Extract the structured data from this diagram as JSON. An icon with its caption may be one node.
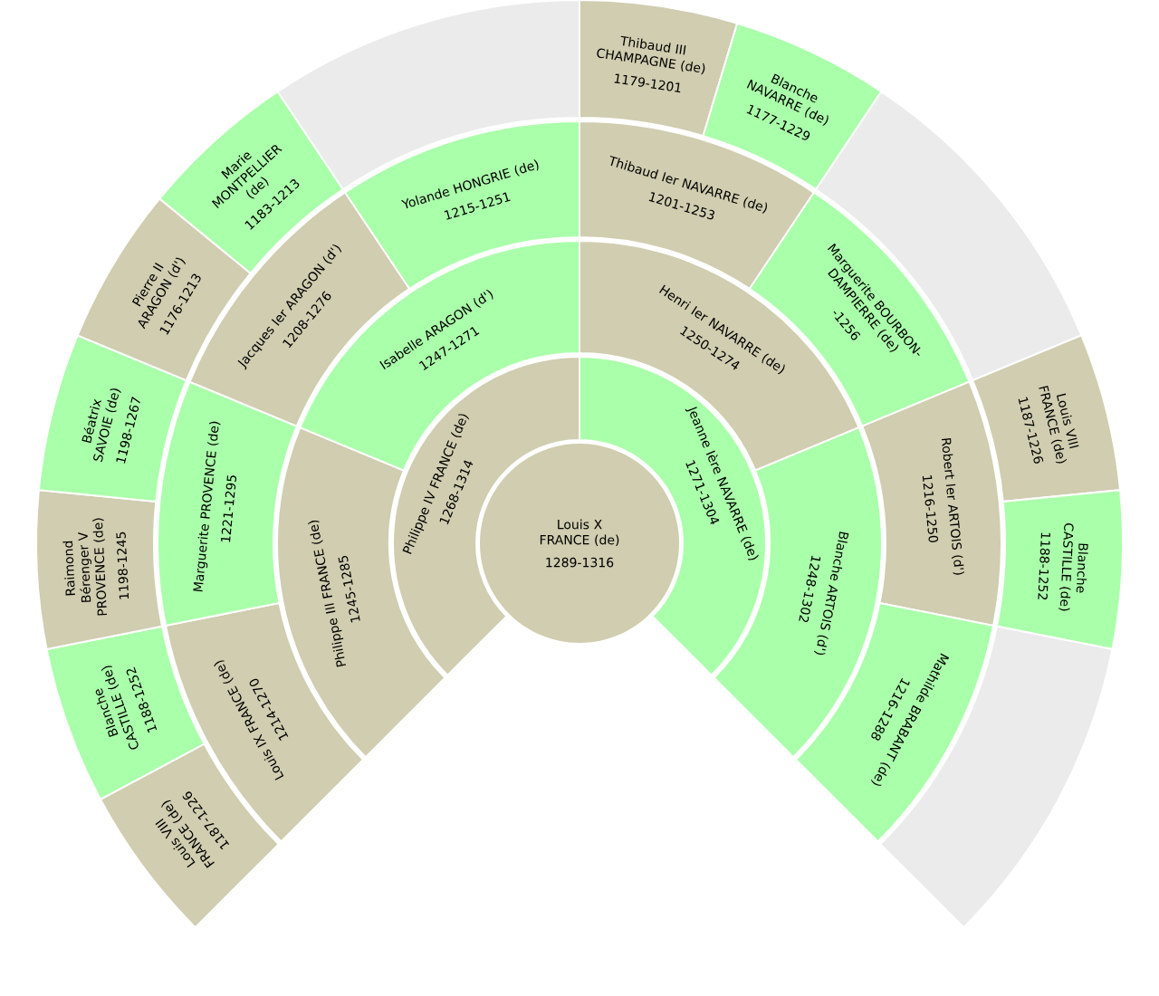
{
  "diagram": {
    "nodes": [
      {
        "text": [
          "Louis X FRANCE (de)",
          "1289-1316"
        ]
      },
      {
        "text": [
          "Philippe IV FRANCE (de)",
          "1268-1314"
        ]
      },
      {
        "text": [
          "Jeanne Ière NAVARRE (de)",
          "1271-1304"
        ]
      },
      {
        "text": [
          "Philippe III FRANCE (de)",
          "1245-1285"
        ]
      },
      {
        "text": [
          "Isabelle ARAGON (d')",
          "1247-1271"
        ]
      },
      {
        "text": [
          "Henri Ier NAVARRE (de)",
          "1250-1274"
        ]
      },
      {
        "text": [
          "Blanche ARTOIS (d')",
          "1248-1302"
        ]
      },
      {
        "text": [
          "Louis IX FRANCE (de)",
          "1214-1270"
        ]
      },
      {
        "text": [
          "Marguerite PROVENCE (de)",
          "1221-1295"
        ]
      },
      {
        "text": [
          "Jacques Ier ARAGON (d')",
          "1208-1276"
        ]
      },
      {
        "text": [
          "Yolande HONGRIE (de)",
          "1215-1251"
        ]
      },
      {
        "text": [
          "Thibaud Ier NAVARRE (de)",
          "1201-1253"
        ]
      },
      {
        "text": [
          "Marguerite BOURBON-DAMPIERRE (de)",
          "-1256"
        ]
      },
      {
        "text": [
          "Robert Ier ARTOIS (d')",
          "1216-1250"
        ]
      },
      {
        "text": [
          "Mathilde BRABANT (de)",
          "1216-1288"
        ]
      },
      {
        "text": [
          "Louis VIII FRANCE (de)",
          "1187-1226"
        ]
      },
      {
        "text": [
          "Blanche CASTILLE (de)",
          "1188-1252"
        ]
      },
      {
        "text": [
          "Raimond Bérenger V PROVENCE (de)",
          "1198-1245"
        ]
      },
      {
        "text": [
          "Béatrix SAVOIE (de)",
          "1198-1267"
        ]
      },
      {
        "text": [
          "Pierre II ARAGON (d')",
          "1176-1213"
        ]
      },
      {
        "text": [
          "Marie MONTPELLIER (de)",
          "1183-1213"
        ]
      },
      {
        "text": [],
        "shape": "band"
      },
      {
        "text": [
          "Thibaud III CHAMPAGNE (de)",
          "1179-1201"
        ]
      },
      {
        "text": [
          "Blanche NAVARRE (de)",
          "1177-1229"
        ]
      },
      {
        "text": [],
        "shape": "band"
      },
      {
        "text": [
          "Louis VIII FRANCE (de)",
          "1187-1226"
        ]
      },
      {
        "text": [
          "Blanche CASTILLE (de)",
          "1188-1252"
        ]
      },
      {
        "text": [],
        "shape": "band"
      }
    ]
  }
}
